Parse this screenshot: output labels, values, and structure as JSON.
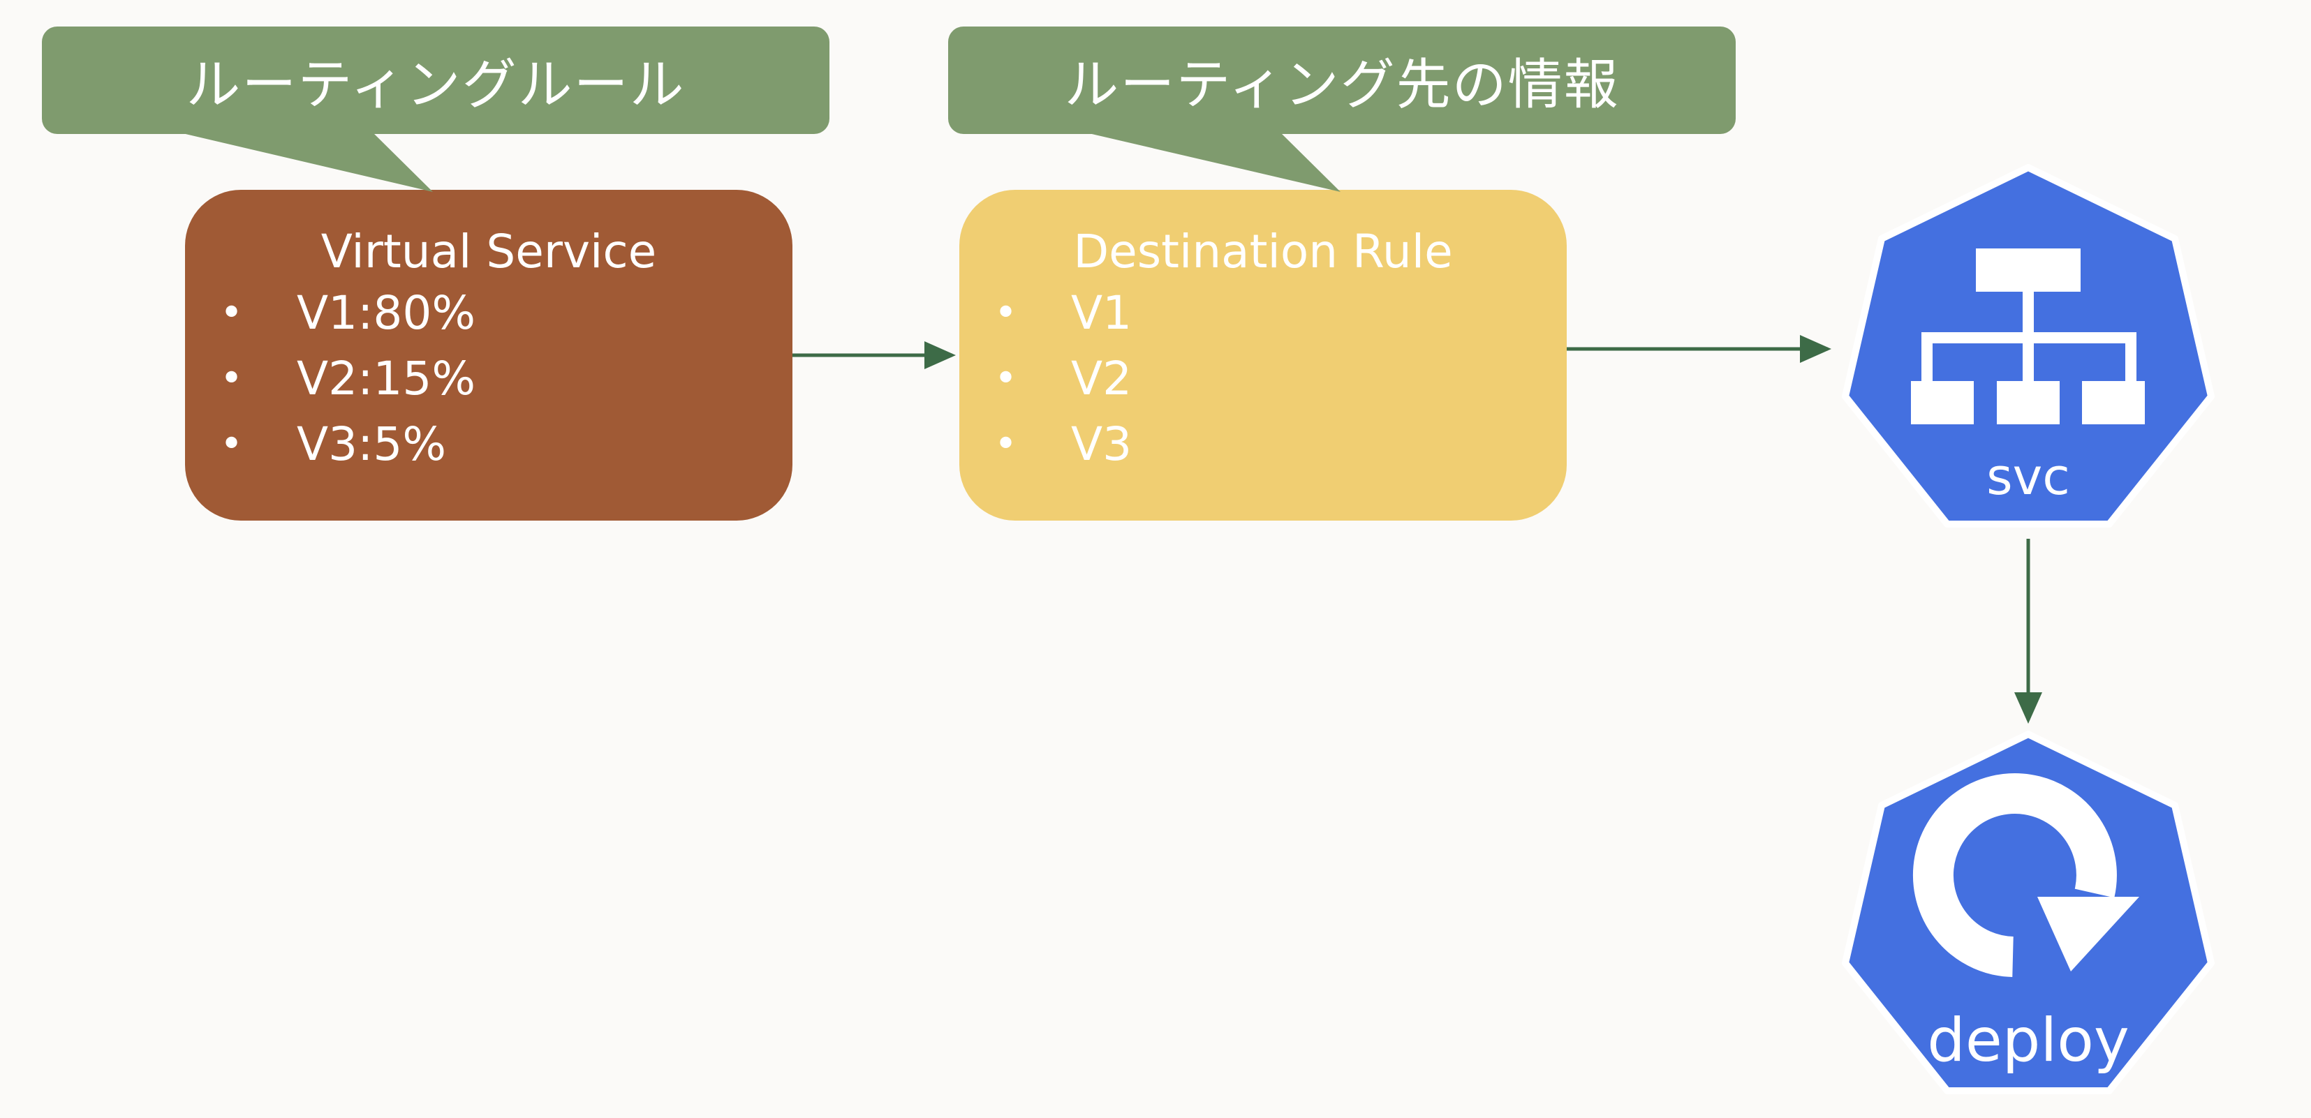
{
  "callouts": {
    "routing_rule": "ルーティングルール",
    "destination_info": "ルーティング先の情報"
  },
  "virtual_service": {
    "title": "Virtual Service",
    "items": [
      "V1:80%",
      "V2:15%",
      "V3:5%"
    ]
  },
  "destination_rule": {
    "title": "Destination Rule",
    "items": [
      "V1",
      "V2",
      "V3"
    ]
  },
  "nodes": {
    "svc": {
      "label": "svc",
      "icon": "service-icon"
    },
    "deploy": {
      "label": "deploy",
      "icon": "deployment-icon"
    }
  },
  "colors": {
    "callout": "#7f9b6e",
    "virtual_service": "#a05a35",
    "destination_rule": "#f0ce72",
    "k8s_blue": "#4470e0",
    "arrow": "#3d6b47",
    "background": "#fbfaf8"
  }
}
